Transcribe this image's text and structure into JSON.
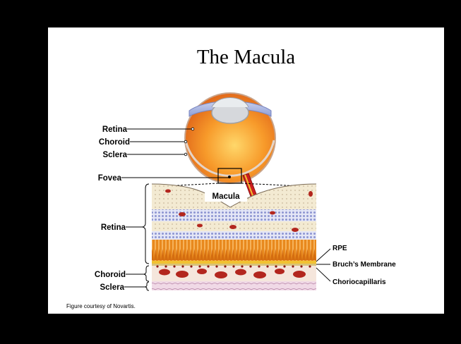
{
  "slide": {
    "title": "The Macula",
    "credit": "Figure courtesy of Novartis."
  },
  "eye_labels": {
    "retina": "Retina",
    "choroid": "Choroid",
    "sclera": "Sclera",
    "fovea": "Fovea",
    "macula": "Macula"
  },
  "section_labels": {
    "retina": "Retina",
    "choroid": "Choroid",
    "sclera": "Sclera",
    "rpe": "RPE",
    "bruchs_membrane": "Bruch’s Membrane",
    "choriocapillaris": "Choriocapillaris"
  },
  "colors": {
    "eye_orange": "#f47b20",
    "eye_highlight": "#ffd76a",
    "iris_blue": "#8f9fd6",
    "optic_nerve_red": "#cc1f1f",
    "photoreceptor_orange": "#e8891e",
    "rpe_yellow": "#f1c232",
    "blood_red": "#b3261e",
    "nerve_fiber_tan": "#f3ead2",
    "nuclear_lavender": "#c8cdf0"
  }
}
